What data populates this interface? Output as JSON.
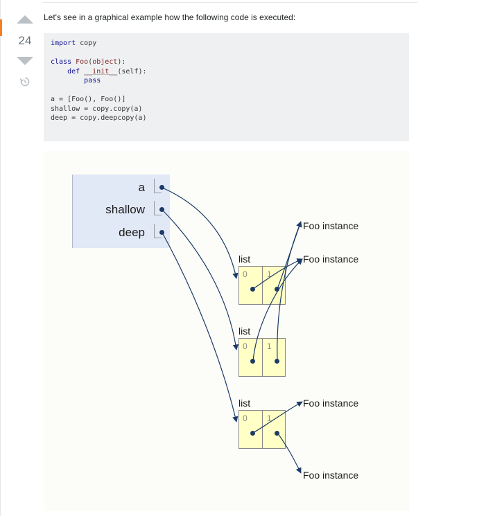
{
  "vote": {
    "count": "24"
  },
  "post": {
    "intro": "Let's see in a graphical example how the following code is executed:"
  },
  "code": {
    "l1_kw": "import",
    "l1_rest": " copy",
    "l2_kw": "class",
    "l2_name": " Foo",
    "l2_paren_open": "(",
    "l2_base": "object",
    "l2_tail": "):",
    "l3_indent": "    ",
    "l3_kw": "def",
    "l3_sp": " ",
    "l3_fn": "__init__",
    "l3_tail": "(self):",
    "l4_indent": "        ",
    "l4_kw": "pass",
    "l5": "a = [Foo(), Foo()]",
    "l6": "shallow = copy.copy(a)",
    "l7": "deep = copy.deepcopy(a)"
  },
  "diagram": {
    "frame_vars": [
      "a",
      "shallow",
      "deep"
    ],
    "lists": [
      {
        "label": "list",
        "idx0": "0",
        "idx1": "1"
      },
      {
        "label": "list",
        "idx0": "0",
        "idx1": "1"
      },
      {
        "label": "list",
        "idx0": "0",
        "idx1": "1"
      }
    ],
    "instances": [
      "Foo instance",
      "Foo instance",
      "Foo instance",
      "Foo instance"
    ]
  },
  "colors": {
    "accent": "#f48024",
    "frame_bg": "#e1e8f6",
    "list_bg": "#ffffc6",
    "arrow": "#1c3b66"
  }
}
